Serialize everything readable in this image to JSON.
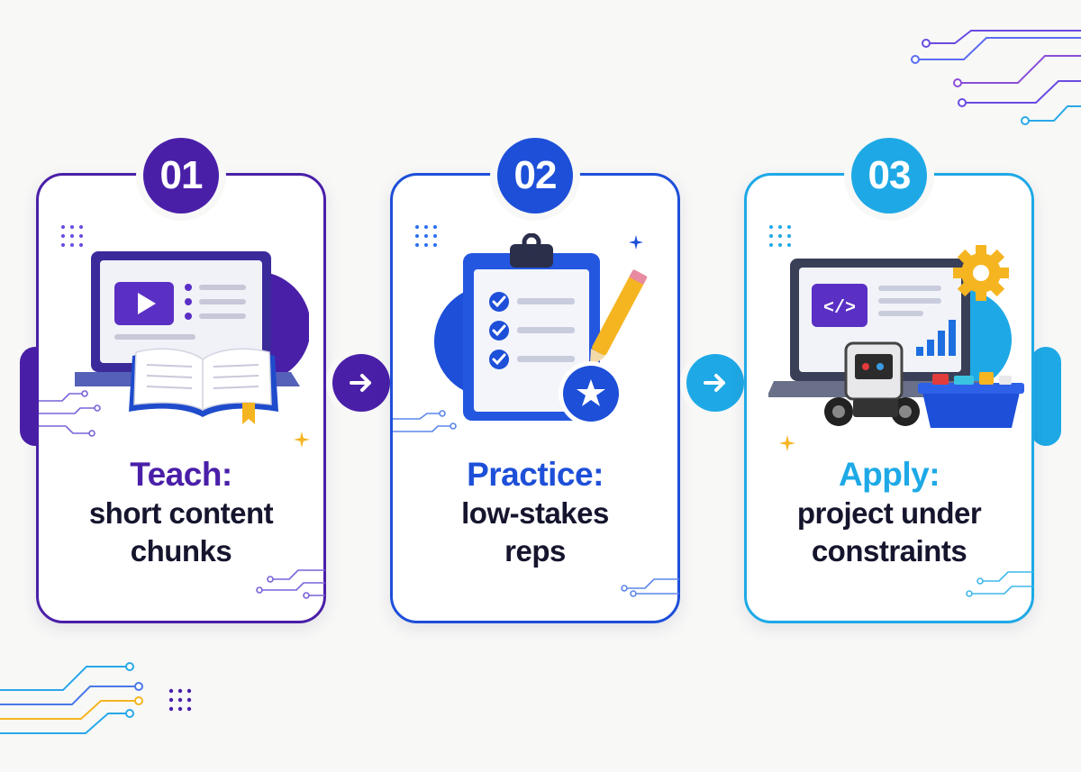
{
  "colors": {
    "step1": "#4a1fa8",
    "step2": "#1d4fd8",
    "step3": "#1ea9e6",
    "accent": "#f5b521"
  },
  "steps": [
    {
      "number": "01",
      "title": "Teach:",
      "line1": "short content",
      "line2": "chunks",
      "icon": "laptop-book-icon"
    },
    {
      "number": "02",
      "title": "Practice:",
      "line1": "low-stakes",
      "line2": "reps",
      "icon": "clipboard-checklist-icon"
    },
    {
      "number": "03",
      "title": "Apply:",
      "line1": "project under",
      "line2": "constraints",
      "icon": "laptop-robot-icon"
    }
  ],
  "connectors": [
    {
      "icon": "arrow-right-icon"
    },
    {
      "icon": "arrow-right-icon"
    }
  ]
}
